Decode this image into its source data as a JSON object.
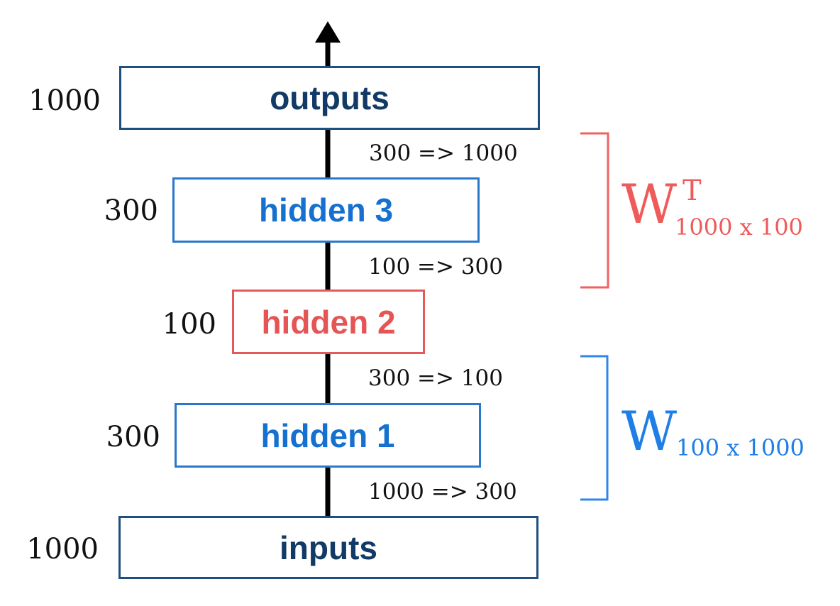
{
  "colors": {
    "dark_navy": "#113a66",
    "blue": "#1670d0",
    "red": "#e65555",
    "line": "#000000"
  },
  "layers": [
    {
      "id": "outputs",
      "label": "outputs",
      "size": "1000"
    },
    {
      "id": "hidden3",
      "label": "hidden 3",
      "size": "300"
    },
    {
      "id": "hidden2",
      "label": "hidden 2",
      "size": "100"
    },
    {
      "id": "hidden1",
      "label": "hidden 1",
      "size": "300"
    },
    {
      "id": "inputs",
      "label": "inputs",
      "size": "1000"
    }
  ],
  "transitions": [
    {
      "label": "300 => 1000"
    },
    {
      "label": "100 => 300"
    },
    {
      "label": "300 => 100"
    },
    {
      "label": "1000 => 300"
    }
  ],
  "weights": {
    "decoder": {
      "symbol": "W",
      "superscript": "T",
      "subscript": "1000 x 100"
    },
    "encoder": {
      "symbol": "W",
      "subscript": "100 x 1000"
    }
  }
}
